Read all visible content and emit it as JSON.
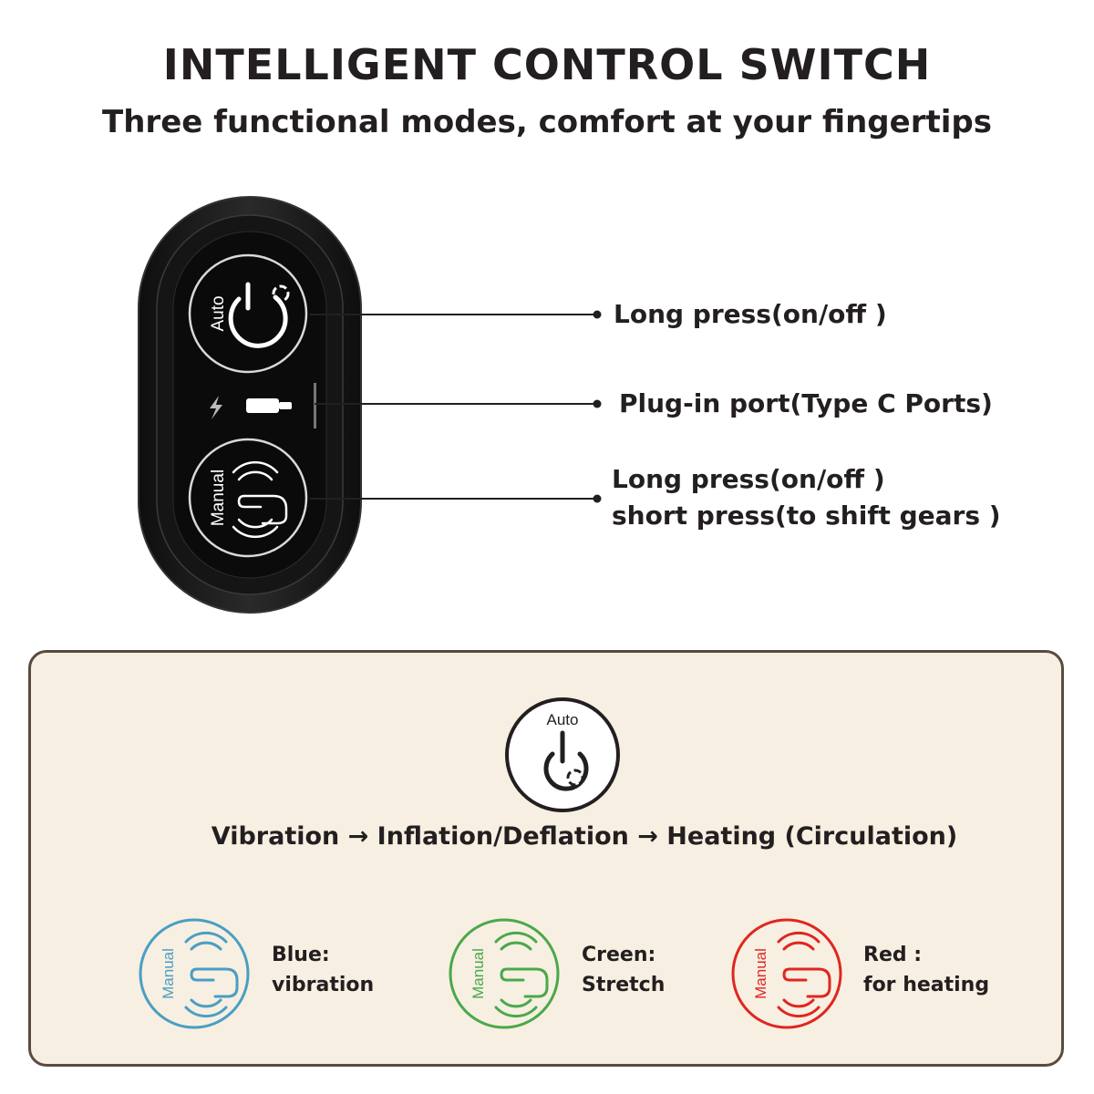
{
  "header": {
    "title": "INTELLIGENT CONTROL SWITCH",
    "subtitle": "Three functional modes, comfort at your fingertips"
  },
  "device": {
    "auto_label": "Auto",
    "manual_label": "Manual"
  },
  "callouts": [
    {
      "lines": [
        "Long press(on/off )"
      ]
    },
    {
      "lines": [
        "Plug-in port(Type C Ports)"
      ]
    },
    {
      "lines": [
        "Long press(on/off )",
        "short press(to shift gears )"
      ]
    }
  ],
  "panel": {
    "auto_icon_label": "Auto",
    "sequence": "Vibration → Inflation/Deflation → Heating (Circulation)",
    "modes": [
      {
        "icon_label": "Manual",
        "color": "#4a9ec2",
        "line1": "Blue:",
        "line2": "vibration"
      },
      {
        "icon_label": "Manual",
        "color": "#4aa84a",
        "line1": "Creen:",
        "line2": "Stretch"
      },
      {
        "icon_label": "Manual",
        "color": "#e0261f",
        "line1": "Red :",
        "line2": "for heating"
      }
    ]
  },
  "colors": {
    "text": "#231f20",
    "panel_bg": "#f7efe2",
    "panel_border": "#5a4a40",
    "device_body": "#1c1c1c"
  }
}
